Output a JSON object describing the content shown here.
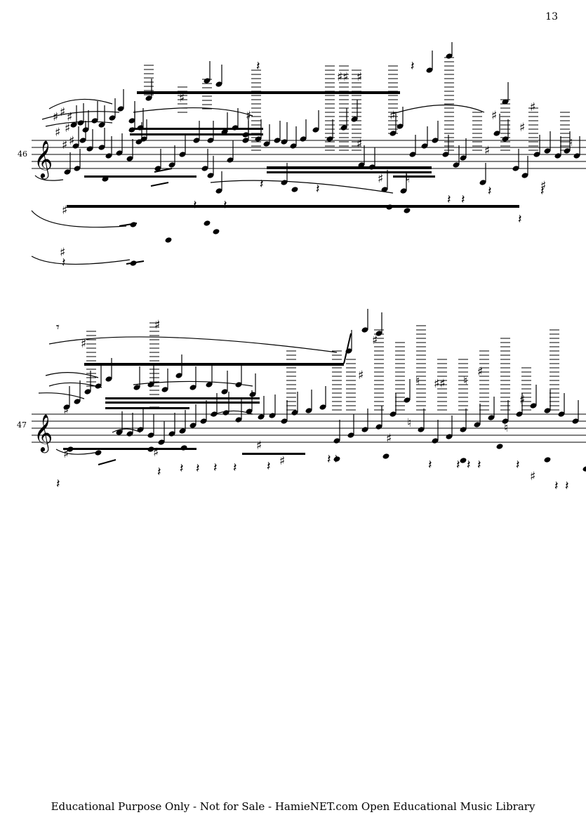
{
  "page": {
    "number": "13",
    "footer": "Educational Purpose Only - Not for Sale - HamieNET.com Open Educational Music Library"
  },
  "systems": [
    {
      "measure_number": "46"
    },
    {
      "measure_number": "47"
    }
  ]
}
